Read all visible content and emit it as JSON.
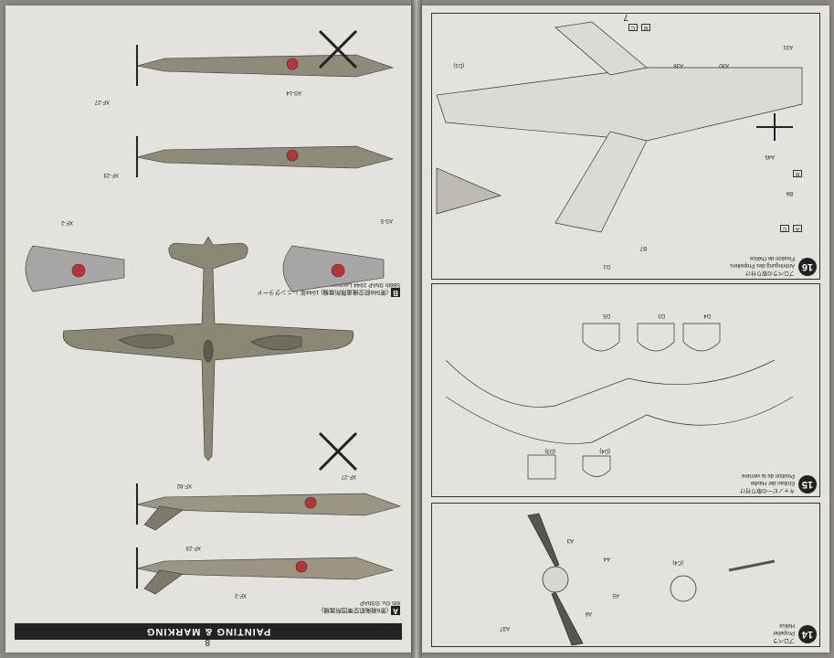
{
  "left_page": {
    "number": "8",
    "banner": "PAINTING & MARKING",
    "scheme_a": {
      "badge": "A",
      "title": "(第6親衛航空軍団所属機)",
      "subtitle": "6th Gv. GShAP"
    },
    "scheme_b": {
      "badge": "B",
      "title": "(第566航空機連隊所属機) 1944年 レニングラード",
      "subtitle": "566th ShAP 1944 Leningrad"
    },
    "callouts": [
      "XF-2",
      "XF-23",
      "XF-82",
      "XF-27",
      "XF-2",
      "XF-23",
      "XF-27",
      "AS-14",
      "AS-5"
    ]
  },
  "right_page": {
    "number": "7",
    "step16": {
      "number": "16",
      "title_jp": "プロペラの取り付け",
      "title_de": "Anbringung des Propellers",
      "title_fr": "Fixation de l'hélice"
    },
    "step15": {
      "number": "15",
      "title_jp": "キャノピーの取り付け",
      "title_de": "Einbau der Haube",
      "title_fr": "Position de la verrière"
    },
    "step14": {
      "number": "14",
      "title_jp": "プロペラ",
      "title_de": "Propeller",
      "title_fr": "Hélice"
    },
    "parts": [
      "A31",
      "A30",
      "A38",
      "A45",
      "B6",
      "B7",
      "D1",
      "D3",
      "D4",
      "D5",
      "(D1)",
      "(D4)",
      "(D3)",
      "A5",
      "A6",
      "A4",
      "A3",
      "A37",
      "(C4)"
    ],
    "decal_box_labels": [
      "A",
      "C",
      "B",
      "B",
      "C"
    ]
  }
}
